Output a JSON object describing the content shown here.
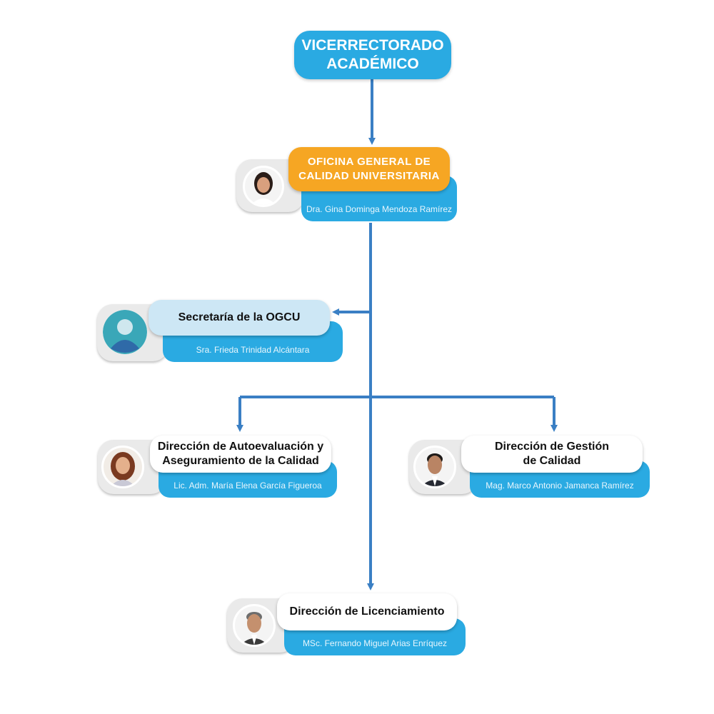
{
  "top": {
    "line1": "VICERRECTORADO",
    "line2": "ACADÉMICO"
  },
  "office": {
    "line1": "OFICINA GENERAL DE",
    "line2": "CALIDAD UNIVERSITARIA",
    "person": "Dra. Gina Dominga Mendoza Ramírez"
  },
  "secretary": {
    "title": "Secretaría de la OGCU",
    "person": "Sra. Frieda Trinidad Alcántara"
  },
  "self_eval": {
    "line1": "Dirección de Autoevaluación y",
    "line2": "Aseguramiento de la Calidad",
    "person": "Lic. Adm. María Elena García Figueroa"
  },
  "quality": {
    "line1": "Dirección de Gestión",
    "line2": "de Calidad",
    "person": "Mag. Marco Antonio Jamanca Ramírez"
  },
  "licensing": {
    "title": "Dirección de Licenciamiento",
    "person": "MSc. Fernando Miguel Arias Enríquez"
  },
  "colors": {
    "blue": "#2aaae2",
    "orange": "#f6a623",
    "light_blue": "#cde7f5",
    "line": "#3a7fc4"
  }
}
